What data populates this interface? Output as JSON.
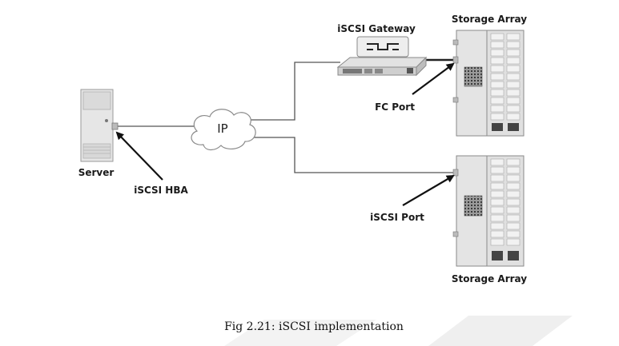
{
  "labels": {
    "storage_top": "Storage Array",
    "storage_bottom": "Storage Array",
    "gateway": "iSCSI Gateway",
    "fc_port": "FC Port",
    "server": "Server",
    "iscsi_hba": "iSCSI HBA",
    "ip": "IP",
    "iscsi_port": "iSCSI Port"
  },
  "caption": "Fig 2.21: iSCSI implementation",
  "colors": {
    "line": "#555555",
    "device_fill": "#e4e4e4",
    "device_stroke": "#8a8a8a",
    "arrow": "#111111",
    "watermark": "#ededed"
  }
}
